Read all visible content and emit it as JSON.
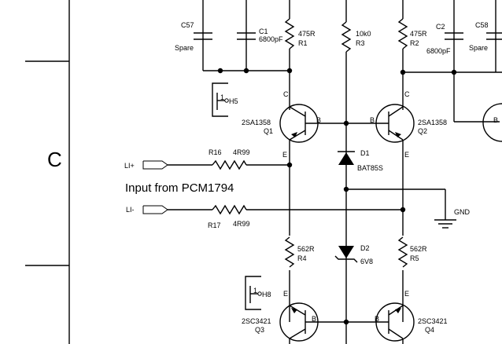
{
  "zone_letter": "C",
  "caption": "Input from PCM1794",
  "ports": {
    "li_plus": "LI+",
    "li_minus": "LI-"
  },
  "gnd_label": "GND",
  "capacitors": {
    "c57": {
      "ref": "C57",
      "value": "Spare"
    },
    "c1": {
      "ref": "C1",
      "value": "6800pF"
    },
    "c2": {
      "ref": "C2",
      "value": "6800pF"
    },
    "c58": {
      "ref": "C58",
      "value": "Spare"
    }
  },
  "resistors": {
    "r1": {
      "ref": "R1",
      "value": "475R"
    },
    "r3": {
      "ref": "R3",
      "value": "10k0"
    },
    "r2": {
      "ref": "R2",
      "value": "475R"
    },
    "r16": {
      "ref": "R16",
      "value": "4R99"
    },
    "r17": {
      "ref": "R17",
      "value": "4R99"
    },
    "r4": {
      "ref": "R4",
      "value": "562R"
    },
    "r5": {
      "ref": "R5",
      "value": "562R"
    }
  },
  "diodes": {
    "d1": {
      "ref": "D1",
      "value": "BAT85S"
    },
    "d2": {
      "ref": "D2",
      "value": "6V8"
    }
  },
  "transistors": {
    "q1": {
      "ref": "Q1",
      "part": "2SA1358"
    },
    "q2": {
      "ref": "Q2",
      "part": "2SA1358"
    },
    "q3": {
      "ref": "Q3",
      "part": "2SC3421"
    },
    "q4": {
      "ref": "Q4",
      "part": "2SC3421"
    }
  },
  "pins": {
    "b": "B",
    "c": "C",
    "e": "E"
  },
  "headers": {
    "h5": {
      "ref": "H5",
      "pin": "1"
    },
    "h8": {
      "ref": "H8",
      "pin": "1"
    }
  }
}
